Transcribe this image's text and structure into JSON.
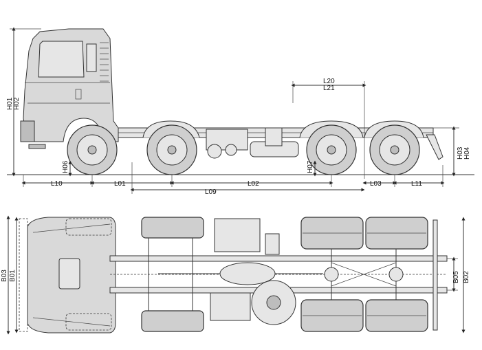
{
  "labels": {
    "H01": "H01",
    "H02": "H02",
    "H03": "H03",
    "H04": "H04",
    "H06": "H06",
    "H07": "H07",
    "L20": "L20",
    "L21": "L21",
    "L10": "L10",
    "L01": "L01",
    "L02": "L02",
    "L03": "L03",
    "L11": "L11",
    "L09": "L09",
    "B03": "B03",
    "B01": "B01",
    "B05": "B05",
    "B02": "B02"
  },
  "colors": {
    "line": "#333333",
    "fill": "#d9d9d9",
    "background": "#ffffff"
  }
}
